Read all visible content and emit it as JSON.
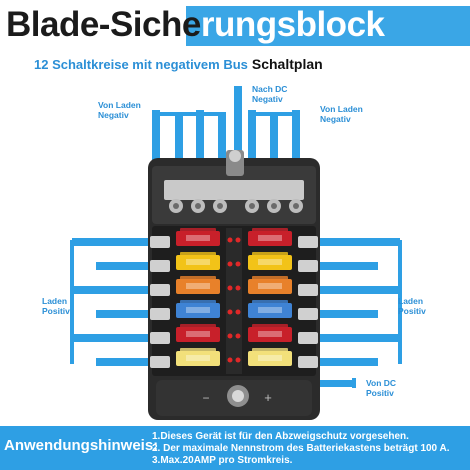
{
  "title": {
    "part1": "Blade-Siche",
    "part2": "rungsblock"
  },
  "subtitle": {
    "blue": "12 Schaltkreise mit negativem Bus",
    "black": "Schaltplan"
  },
  "labels": {
    "top_left": [
      "Von Laden",
      "Negativ"
    ],
    "top_center": [
      "Nach DC",
      "Negativ"
    ],
    "top_right": [
      "Von Laden",
      "Negativ"
    ],
    "left": [
      "Laden",
      "Positiv"
    ],
    "right": [
      "Laden",
      "Positiv"
    ],
    "dc_positive": [
      "Von DC",
      "Positiv"
    ]
  },
  "terminal_symbols": {
    "negative": "−",
    "positive": "+"
  },
  "fuses": {
    "left": [
      "#c8202a",
      "#f2c318",
      "#e8812a",
      "#3f83d4",
      "#c8202a",
      "#f2e07a"
    ],
    "right": [
      "#c8202a",
      "#f2c318",
      "#e8812a",
      "#3f83d4",
      "#c8202a",
      "#f2e07a"
    ]
  },
  "colors": {
    "wire": "#2e9fe4",
    "accent": "#3aa6e6",
    "base": "#2a2a2a"
  },
  "bottom": {
    "title": "Anwendungshinweis:",
    "notes": [
      "1.Dieses Gerät ist für den Abzweigschutz vorgesehen.",
      "2. Der maximale Nennstrom des Batteriekastens beträgt 100 A.",
      "3.Max.20AMP pro Stromkreis."
    ]
  }
}
